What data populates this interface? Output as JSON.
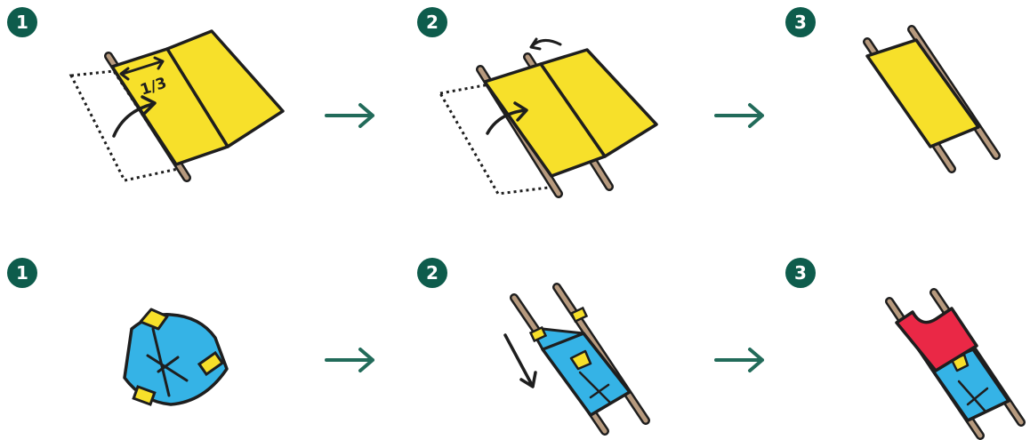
{
  "colors": {
    "badge": "#0e5c4c",
    "arrow": "#226b5a",
    "outline": "#1e1e1e",
    "cloth": "#f7e02a",
    "pole": "#b79a7e",
    "jacket": "#35b3e6",
    "cuff": "#f7e02a",
    "red_garment": "#ea2846"
  },
  "rows": [
    {
      "name": "stretcher-folding",
      "steps": [
        {
          "number": "1",
          "fold_label": "1/3",
          "icon": "fold-one-third-illustration"
        },
        {
          "number": "2",
          "icon": "fold-second-side-illustration"
        },
        {
          "number": "3",
          "icon": "folded-stretcher-illustration"
        }
      ],
      "arrow_icon": "right-arrow-icon"
    },
    {
      "name": "jacket-stretcher",
      "steps": [
        {
          "number": "1",
          "icon": "jacket-illustration"
        },
        {
          "number": "2",
          "icon": "jacket-on-poles-illustration"
        },
        {
          "number": "3",
          "icon": "jacket-and-shirt-stretcher-illustration"
        }
      ],
      "arrow_icon": "right-arrow-icon"
    }
  ]
}
